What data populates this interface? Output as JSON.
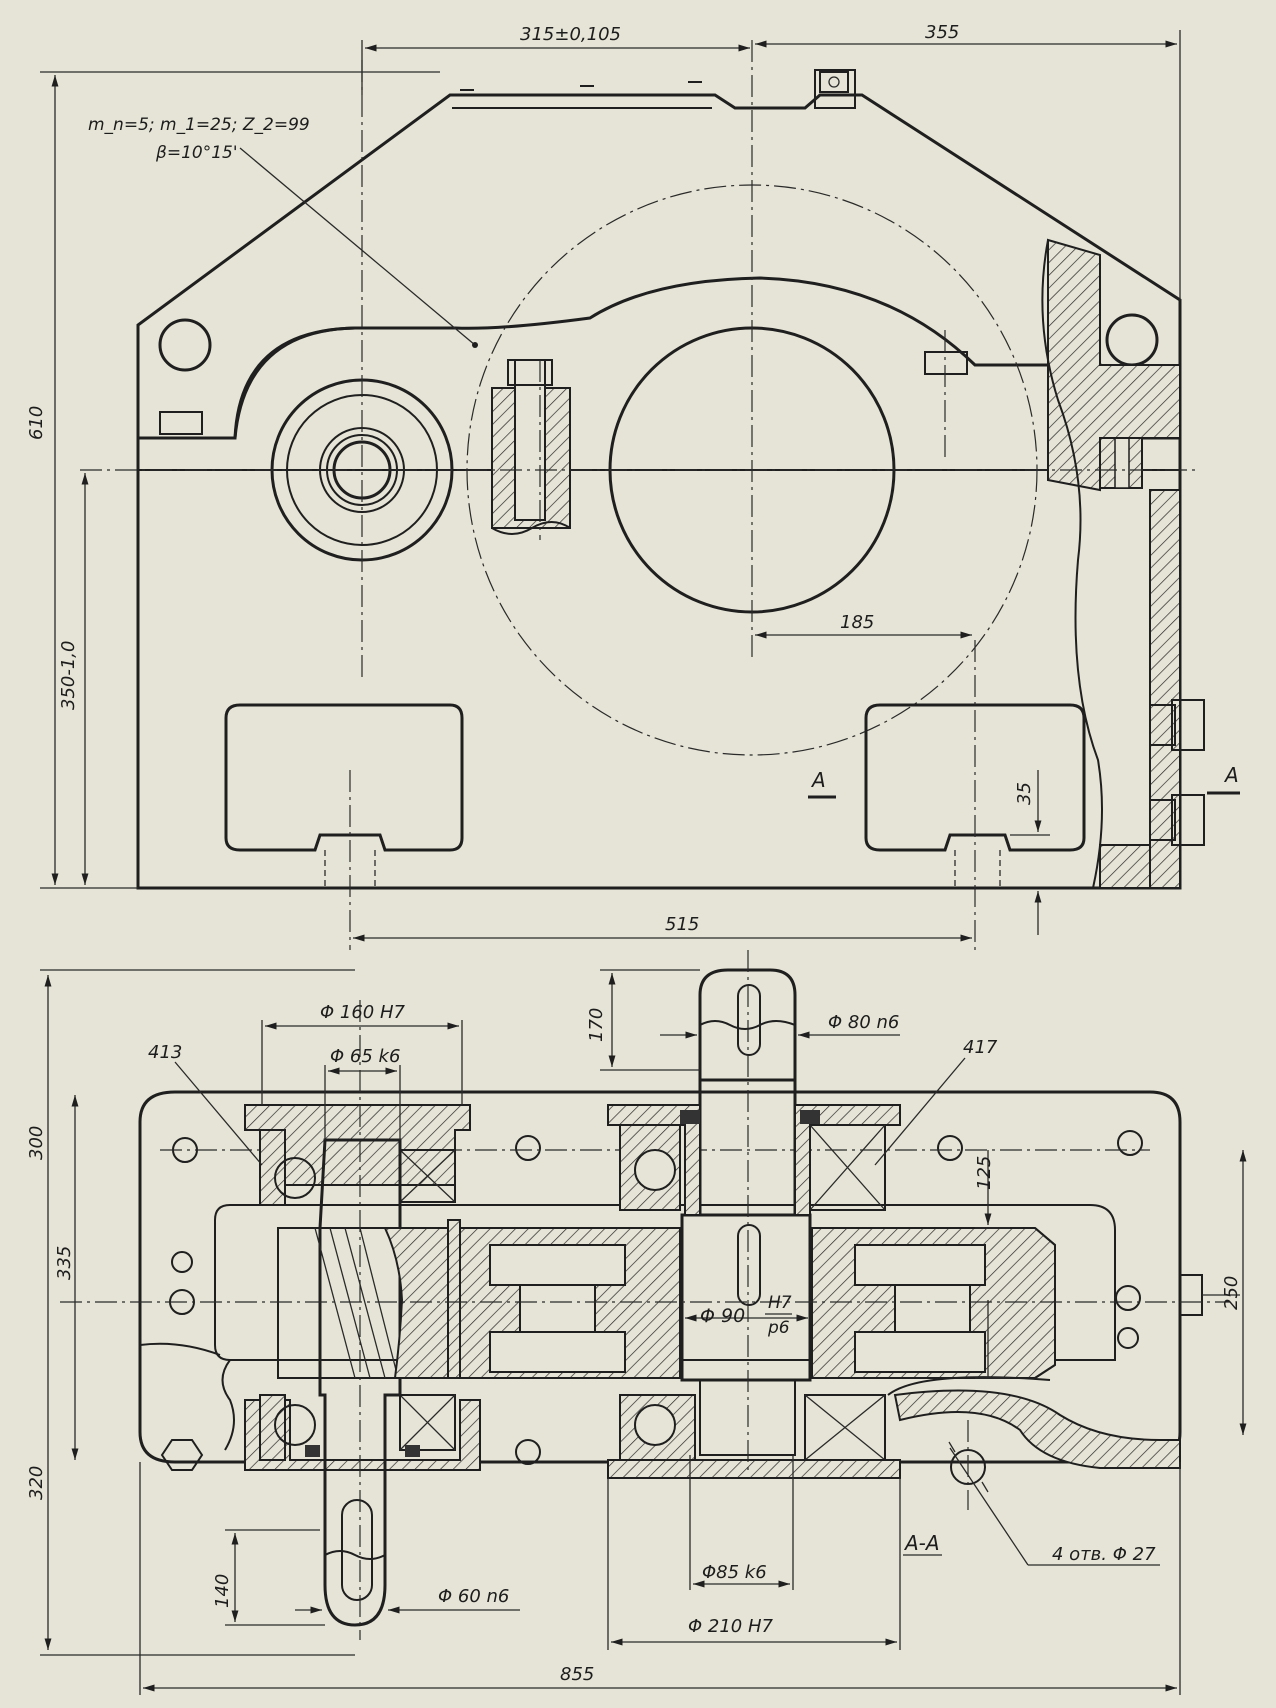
{
  "drawing": {
    "gear_params_line1": "m_n=5; m_1=25; Z_2=99",
    "gear_params_line2": "β=10°15'",
    "dimensions": {
      "top_center_distance": "315±0,105",
      "top_right_width": "355",
      "left_overall_height": "610",
      "left_axis_height": "350-1,0",
      "dim_185": "185",
      "dim_35": "35",
      "dim_515": "515",
      "dim_170": "170",
      "bore_160": "Φ 160 H7",
      "shaft_65": "Φ 65 k6",
      "shaft_80": "Φ 80 n6",
      "dim_413": "413",
      "dim_417": "417",
      "dim_300": "300",
      "dim_335": "335",
      "dim_125": "125",
      "dim_250": "250",
      "hub_90": "Φ 90",
      "hub_90_fit_num": "H7",
      "hub_90_fit_den": "p6",
      "dim_320": "320",
      "dim_140": "140",
      "shaft_60": "Φ 60 n6",
      "shaft_85": "Φ85 k6",
      "bore_210": "Φ 210 H7",
      "overall_855": "855",
      "holes_note": "4 отв. Φ 27"
    },
    "section_marks": {
      "left": "A",
      "right": "A",
      "view": "A-A"
    }
  }
}
